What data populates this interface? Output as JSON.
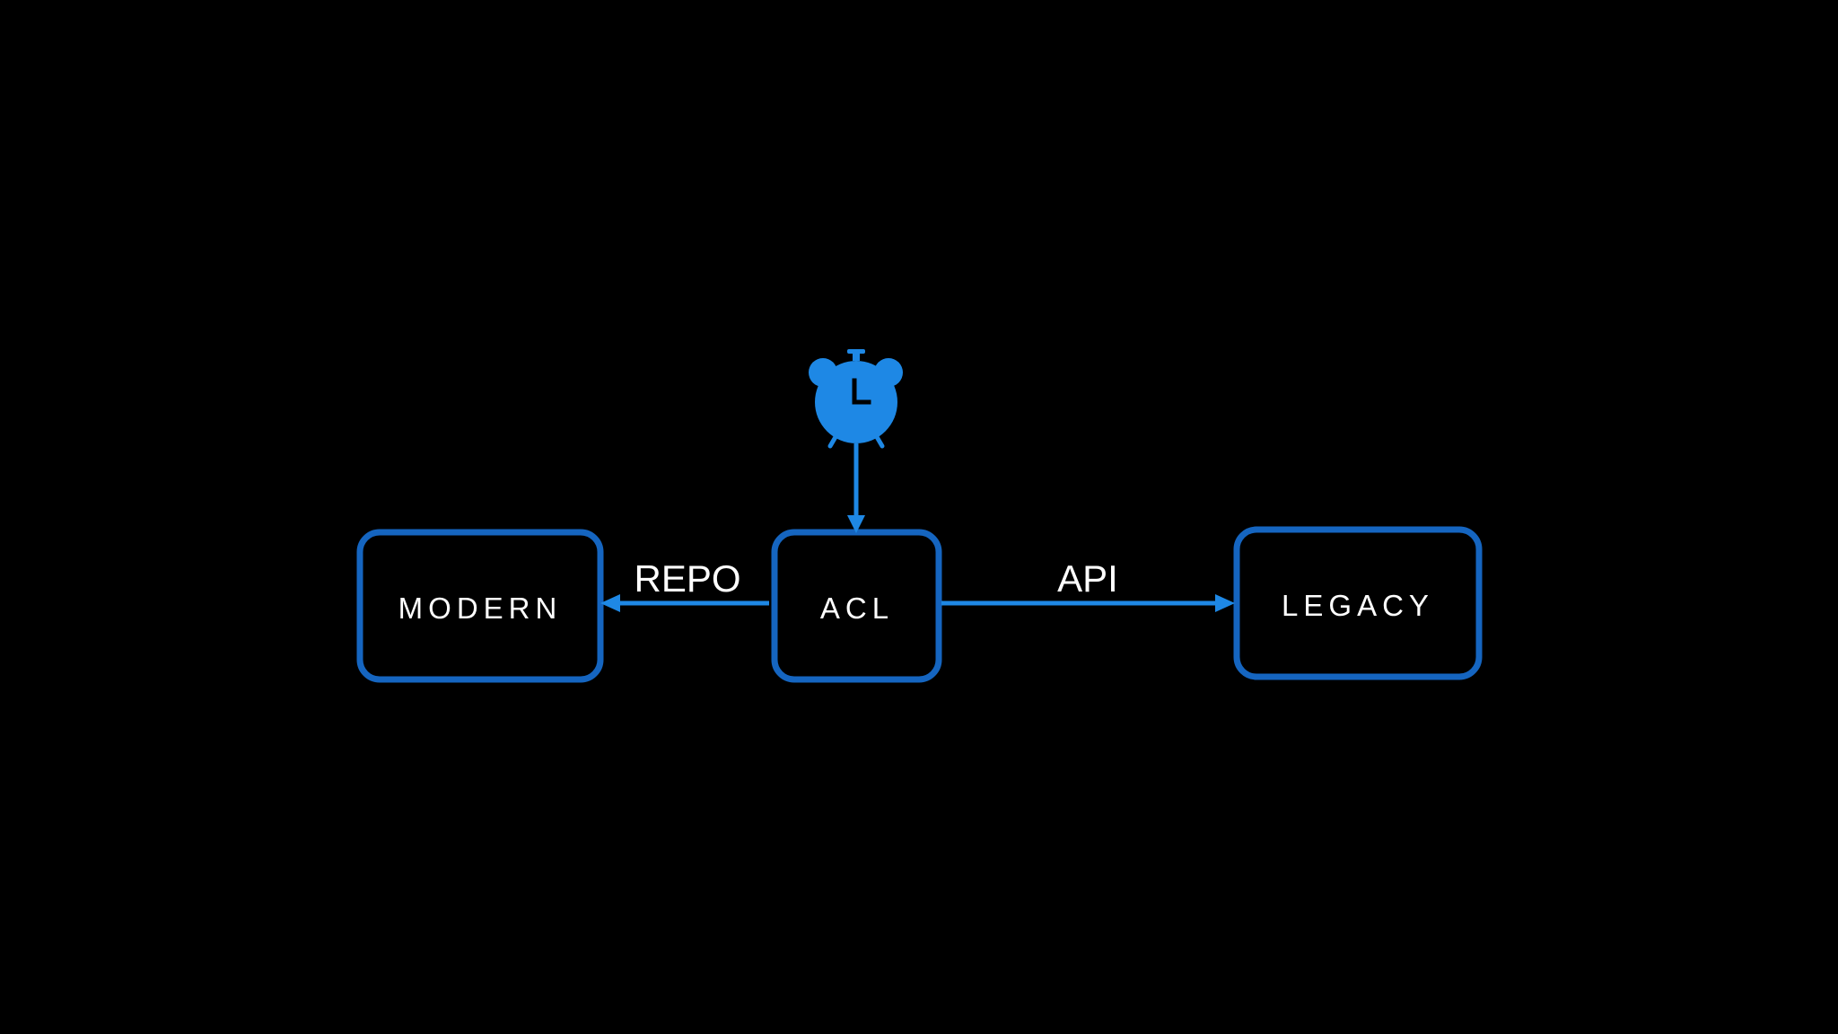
{
  "colors": {
    "background": "#000000",
    "box_stroke": "#1565c0",
    "arrow": "#1e88e5",
    "clock": "#1e88e5",
    "text": "#ffffff"
  },
  "nodes": {
    "modern": {
      "label": "MODERN"
    },
    "acl": {
      "label": "ACL"
    },
    "legacy": {
      "label": "LEGACY"
    }
  },
  "edges": {
    "repo": {
      "label": "REPO",
      "from": "ACL",
      "to": "MODERN"
    },
    "api": {
      "label": "API",
      "from": "ACL",
      "to": "LEGACY"
    },
    "timer": {
      "from": "alarm-clock",
      "to": "ACL"
    }
  },
  "icons": {
    "trigger": "alarm-clock-icon"
  }
}
